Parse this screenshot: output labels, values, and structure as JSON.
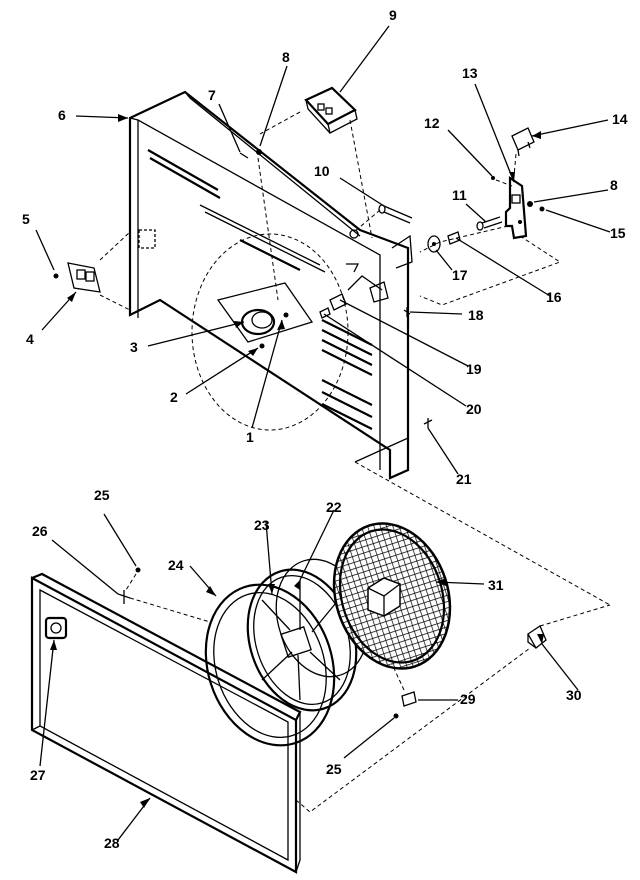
{
  "diagram": {
    "callouts": [
      {
        "id": "c1",
        "text": "1"
      },
      {
        "id": "c2",
        "text": "2"
      },
      {
        "id": "c3",
        "text": "3"
      },
      {
        "id": "c4",
        "text": "4"
      },
      {
        "id": "c5",
        "text": "5"
      },
      {
        "id": "c6",
        "text": "6"
      },
      {
        "id": "c7",
        "text": "7"
      },
      {
        "id": "c8a",
        "text": "8"
      },
      {
        "id": "c8b",
        "text": "8"
      },
      {
        "id": "c9",
        "text": "9"
      },
      {
        "id": "c10",
        "text": "10"
      },
      {
        "id": "c11",
        "text": "11"
      },
      {
        "id": "c12",
        "text": "12"
      },
      {
        "id": "c13",
        "text": "13"
      },
      {
        "id": "c14",
        "text": "14"
      },
      {
        "id": "c15",
        "text": "15"
      },
      {
        "id": "c16",
        "text": "16"
      },
      {
        "id": "c17",
        "text": "17"
      },
      {
        "id": "c18",
        "text": "18"
      },
      {
        "id": "c19",
        "text": "19"
      },
      {
        "id": "c20",
        "text": "20"
      },
      {
        "id": "c21",
        "text": "21"
      },
      {
        "id": "c22",
        "text": "22"
      },
      {
        "id": "c23",
        "text": "23"
      },
      {
        "id": "c24",
        "text": "24"
      },
      {
        "id": "c25a",
        "text": "25"
      },
      {
        "id": "c25b",
        "text": "25"
      },
      {
        "id": "c26",
        "text": "26"
      },
      {
        "id": "c27",
        "text": "27"
      },
      {
        "id": "c28",
        "text": "28"
      },
      {
        "id": "c29",
        "text": "29"
      },
      {
        "id": "c30",
        "text": "30"
      },
      {
        "id": "c31",
        "text": "31"
      }
    ]
  }
}
